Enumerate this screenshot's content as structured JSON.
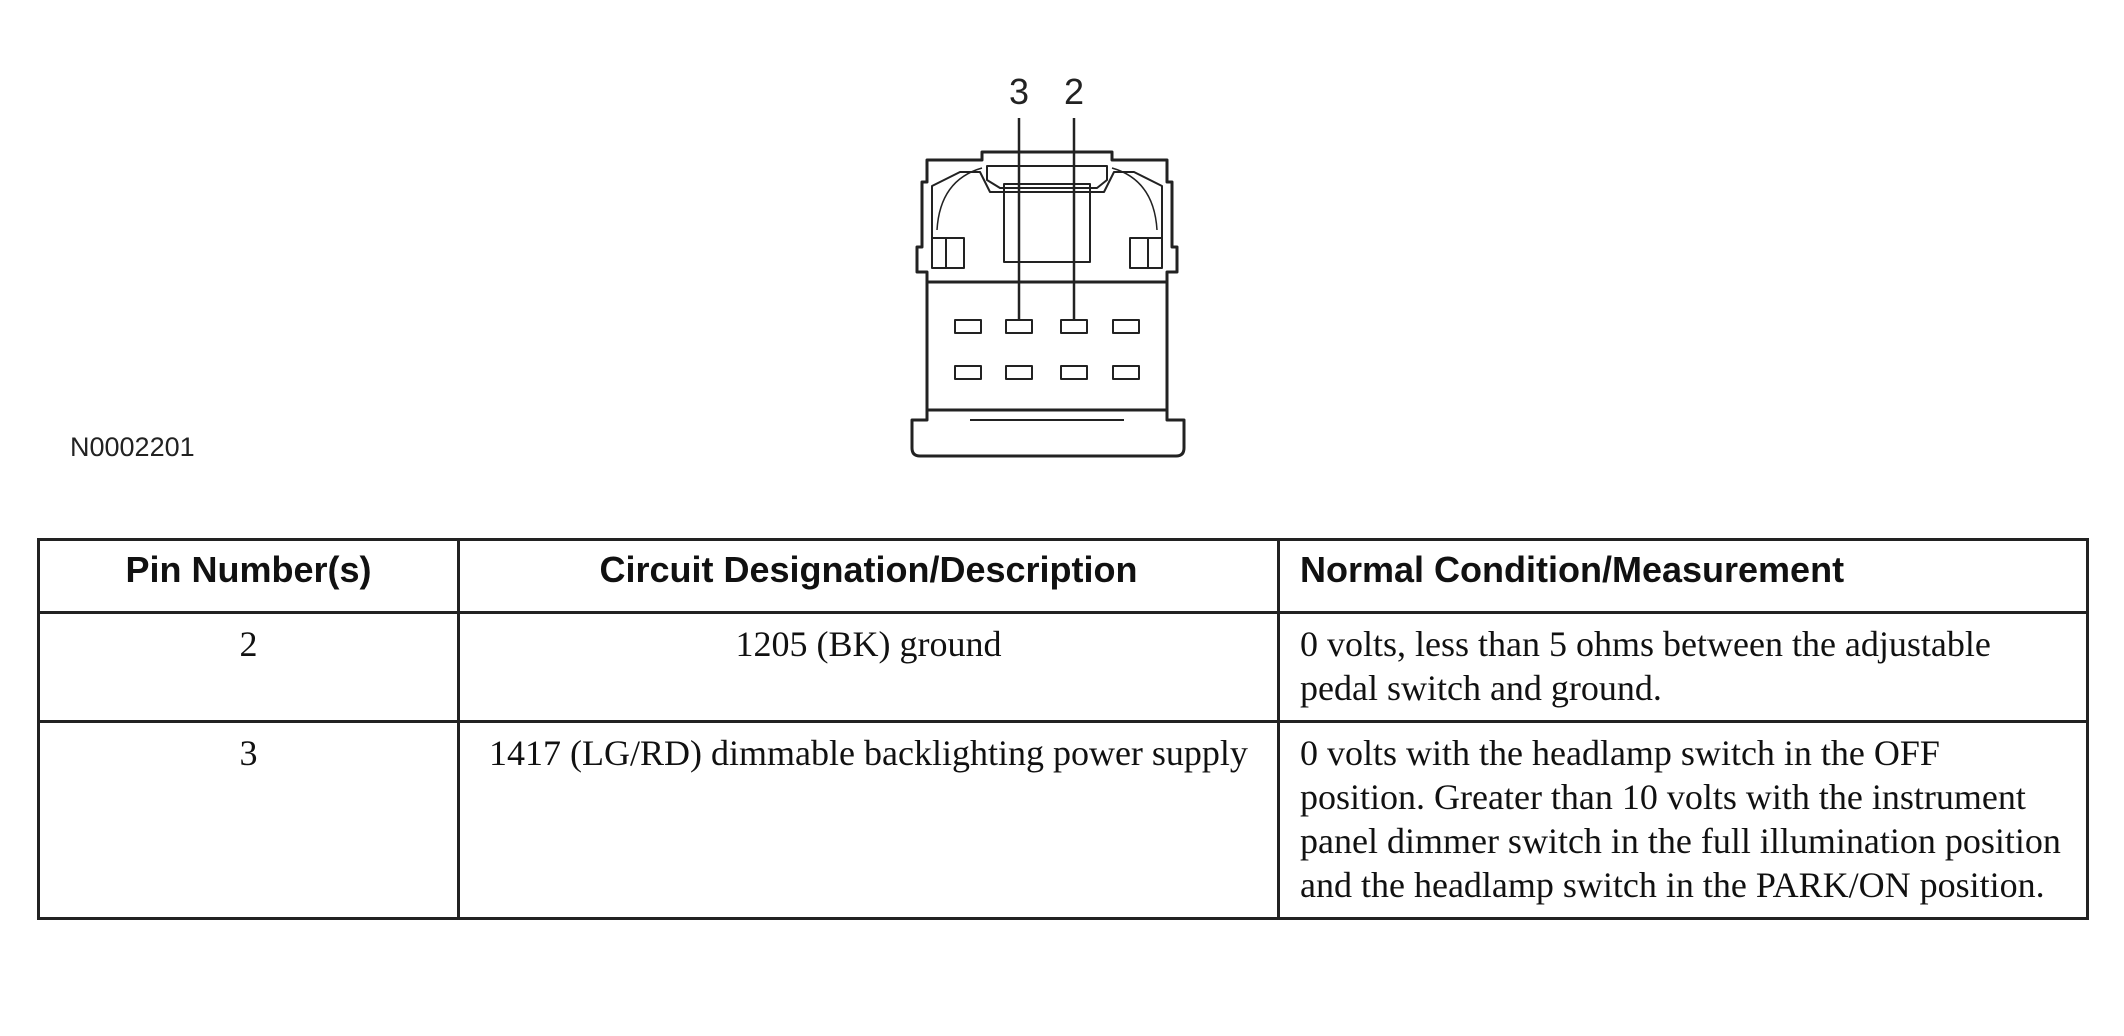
{
  "figure": {
    "id_label": "N0002201",
    "pin_callouts": [
      "3",
      "2"
    ]
  },
  "table": {
    "headers": [
      "Pin Number(s)",
      "Circuit Designation/Description",
      "Normal Condition/Measurement"
    ],
    "rows": [
      {
        "pin": "2",
        "circuit": "1205 (BK) ground",
        "measurement": "0 volts, less than 5 ohms between the adjustable pedal switch and ground."
      },
      {
        "pin": "3",
        "circuit": "1417 (LG/RD) dimmable backlighting power supply",
        "measurement": "0 volts with the headlamp switch in the OFF position. Greater than 10 volts with the instrument panel dimmer switch in the full illumination position and the headlamp switch in the PARK/ON position."
      }
    ]
  }
}
